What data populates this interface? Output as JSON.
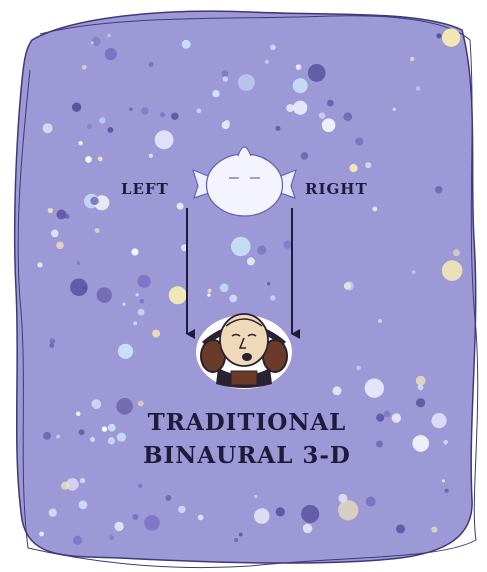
{
  "colors": {
    "backdrop": "#9d98d6",
    "backdrop_border": "#3e3a78",
    "text": "#1f1b3a",
    "arrow": "#1f1b3a",
    "dot_palette": [
      "#ffffff",
      "#e6e6fb",
      "#c9e3f6",
      "#7b70c4",
      "#5a529f",
      "#f2e8b4"
    ]
  },
  "labels": {
    "left": "LEFT",
    "right": "RIGHT",
    "title_line1": "TRADITIONAL",
    "title_line2": "BINAURAL 3-D"
  },
  "icons": {
    "source": "sound-source-head-icon",
    "listener": "listener-with-headphones-icon"
  }
}
